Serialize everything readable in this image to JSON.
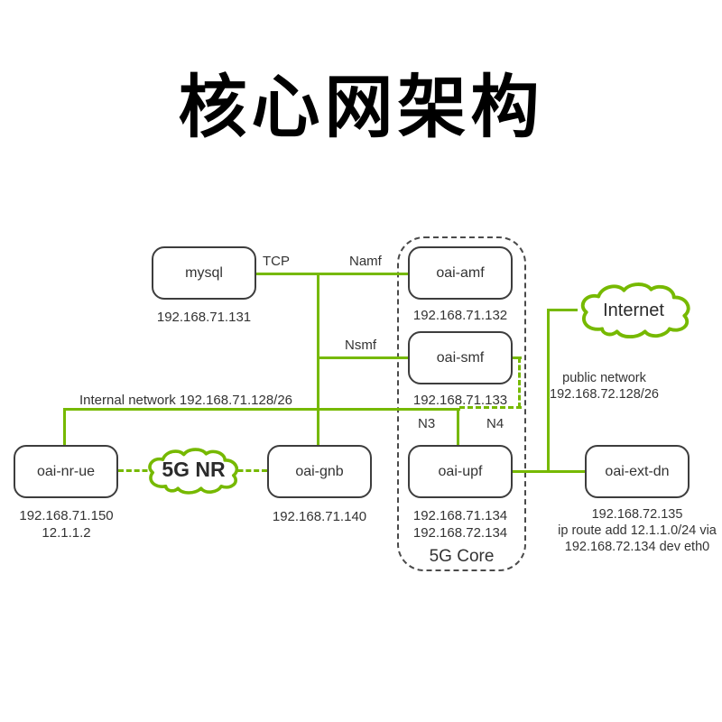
{
  "title": "核心网架构",
  "colors": {
    "accent_green": "#76b900",
    "box_border": "#3d3d3d",
    "text": "#333333"
  },
  "nodes": [
    {
      "id": "mysql",
      "label": "mysql",
      "lines": [
        "192.168.71.131"
      ]
    },
    {
      "id": "oai-amf",
      "label": "oai-amf",
      "lines": [
        "192.168.71.132"
      ]
    },
    {
      "id": "oai-smf",
      "label": "oai-smf",
      "lines": [
        "192.168.71.133"
      ]
    },
    {
      "id": "oai-nr-ue",
      "label": "oai-nr-ue",
      "lines": [
        "192.168.71.150",
        "12.1.1.2"
      ]
    },
    {
      "id": "oai-gnb",
      "label": "oai-gnb",
      "lines": [
        "192.168.71.140"
      ]
    },
    {
      "id": "oai-upf",
      "label": "oai-upf",
      "lines": [
        "192.168.71.134",
        "192.168.72.134"
      ]
    },
    {
      "id": "oai-ext-dn",
      "label": "oai-ext-dn",
      "lines": [
        "192.168.72.135",
        "ip route add 12.1.1.0/24 via",
        "192.168.72.134 dev eth0"
      ]
    }
  ],
  "labels": {
    "tcp": "TCP",
    "namf": "Namf",
    "nsmf": "Nsmf",
    "n3": "N3",
    "n4": "N4",
    "internal_network": "Internal network 192.168.71.128/26",
    "public_network_line1": "public network",
    "public_network_line2": "192.168.72.128/26",
    "core_group": "5G Core",
    "nr_cloud": "5G NR",
    "internet_cloud": "Internet"
  }
}
